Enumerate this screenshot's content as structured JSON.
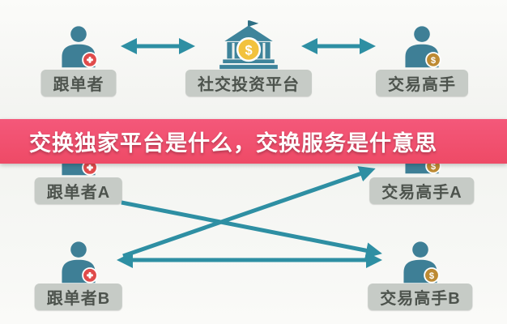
{
  "banner": {
    "text": "交换独家平台是什么，交换服务是什意思"
  },
  "top_row": {
    "follower_label": "跟单者",
    "platform_label": "社交投资平台",
    "expert_label": "交易高手"
  },
  "row_a": {
    "follower_label": "跟单者A",
    "expert_label": "交易高手A"
  },
  "row_b": {
    "follower_label": "跟单者B",
    "expert_label": "交易高手B"
  },
  "colors": {
    "banner_bg": "#f0506c",
    "arrow": "#2e8fa3",
    "person": "#3e7f96",
    "badge_follower": "#e04b4b",
    "badge_expert": "#bd8a33",
    "bank_gold": "#f2c23e",
    "pill_bg": "#c6cbc6",
    "pill_text": "#4d534d"
  },
  "icons": {
    "follower": "person-with-plus-badge-icon",
    "platform": "bank-dollar-icon",
    "expert": "person-with-medal-badge-icon"
  },
  "relations": [
    "跟单者 ↔ 社交投资平台",
    "社交投资平台 ↔ 交易高手",
    "跟单者A → 交易高手B",
    "跟单者B → 交易高手A",
    "跟单者B ↔ 交易高手B"
  ]
}
